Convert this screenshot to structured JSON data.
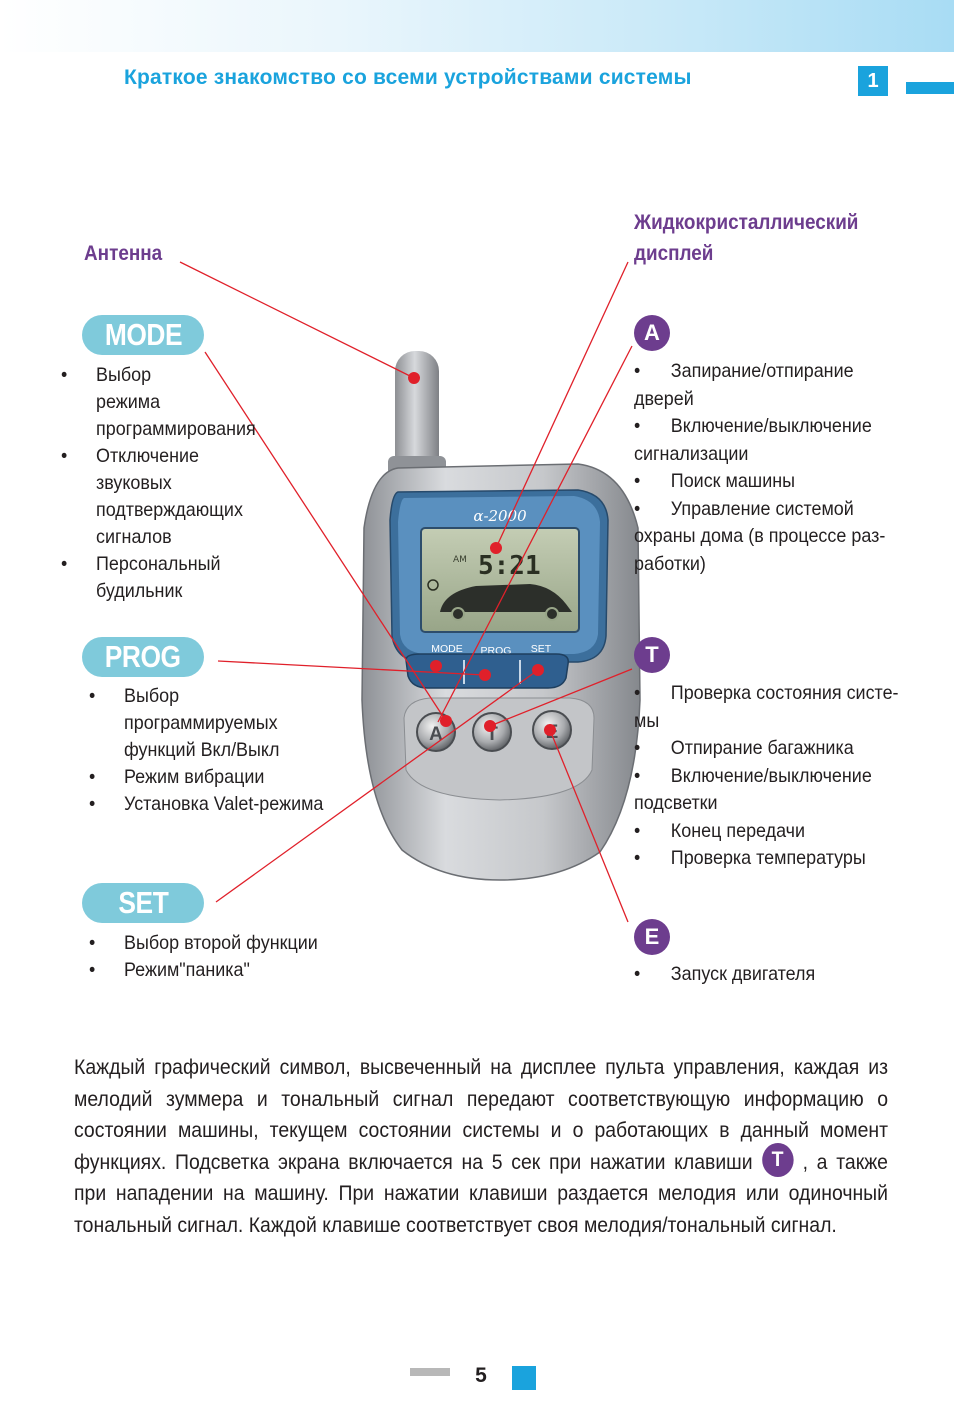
{
  "header": {
    "title": "Краткое знакомство со всеми устройствами системы",
    "chapter": "1"
  },
  "labels": {
    "antenna": "Антенна",
    "lcd_line1": "Жидкокристаллический",
    "lcd_line2": "дисплей"
  },
  "device": {
    "brand": "α-2000",
    "am": "AM",
    "digits": "5:21",
    "btn_mode": "MODE",
    "btn_prog": "PROG",
    "btn_set": "SET",
    "key_a": "A",
    "key_t": "T",
    "key_e": "E"
  },
  "mode": {
    "title": "MODE",
    "items": [
      {
        "lines": [
          "Выбор",
          "режима",
          "программирования"
        ]
      },
      {
        "lines": [
          "Отключение",
          "звуковых",
          "подтверждающих",
          "сигналов"
        ]
      },
      {
        "lines": [
          "Персональный",
          "будильник"
        ]
      }
    ]
  },
  "prog": {
    "title": "PROG",
    "items": [
      {
        "lines": [
          "Выбор",
          "программируемых",
          "функций  Вкл/Выкл"
        ]
      },
      {
        "lines": [
          "Режим вибрации"
        ]
      },
      {
        "lines": [
          "Установка Valet-режима"
        ]
      }
    ]
  },
  "set": {
    "title": "SET",
    "items": [
      {
        "lines": [
          "Выбор  второй  функции"
        ]
      },
      {
        "lines": [
          "Режим\"паника\""
        ]
      }
    ]
  },
  "a": {
    "title": "A",
    "items": [
      {
        "head": "Запирание/отпирание",
        "rest": "дверей"
      },
      {
        "head": "Включение/выключение",
        "rest": "сигнализации"
      },
      {
        "head": "Поиск машины",
        "rest": ""
      },
      {
        "head": "Управление  системой",
        "rest": "охраны дома (в процессе раз-"
      },
      {
        "head": "",
        "rest": "работки)"
      }
    ]
  },
  "t": {
    "title": "T",
    "items": [
      {
        "head": "Проверка состояния систе-",
        "rest": "мы"
      },
      {
        "head": "Отпирание  багажника",
        "rest": ""
      },
      {
        "head": "Включение/выключение",
        "rest": "подсветки"
      },
      {
        "head": "Конец  передачи",
        "rest": ""
      },
      {
        "head": "Проверка  температуры",
        "rest": ""
      }
    ]
  },
  "e": {
    "title": "E",
    "items": [
      {
        "head": "Запуск  двигателя",
        "rest": ""
      }
    ]
  },
  "paragraph": {
    "part1": "Каждый графический символ, высвеченный на дисплее пульта управления, каждая из мелодий зуммера и тональный сигнал передают соответствующую информацию о состоянии машины, текущем состоянии системы и о работающих в данный момент функциях. Подсветка экрана включается на 5 сек при нажатии клавиши",
    "key": "T",
    "part2": ", а также при нападении на машину. При нажатии клавиши раздается мелодия или одиночный тональный сигнал. Каждой клавише соответствует своя мелодия/тональный сигнал."
  },
  "footer": {
    "page": "5"
  },
  "colors": {
    "header_blue": "#1aa3dd",
    "purple": "#6d3d8e",
    "pill_cyan": "#7fcadb",
    "leader_red": "#e0202a"
  }
}
